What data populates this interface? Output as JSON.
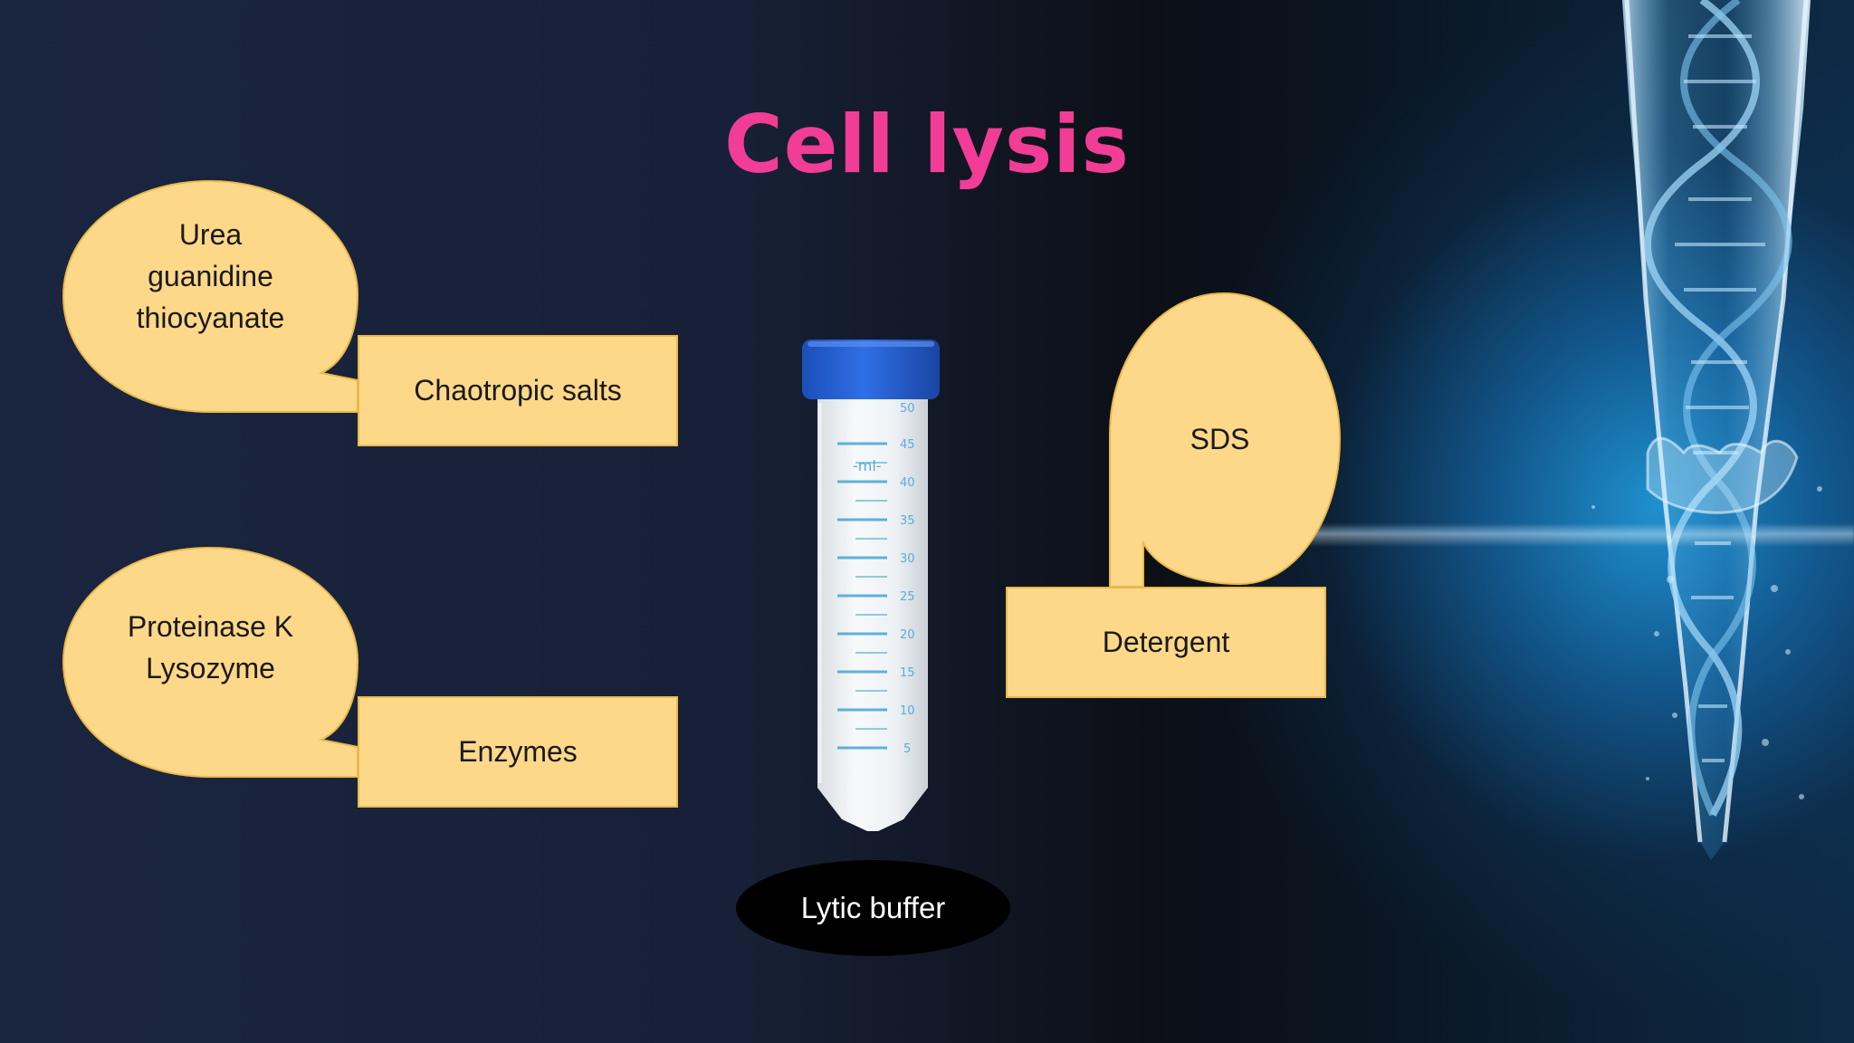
{
  "title": "Cell lysis",
  "colors": {
    "title": "#f13d96",
    "callout_fill": "#fdd889",
    "callout_border": "#e9b94c"
  },
  "callouts": [
    {
      "bubble_lines": [
        "Urea",
        "guanidine",
        "thiocyanate"
      ],
      "label": "Chaotropic salts"
    },
    {
      "bubble_lines": [
        "Proteinase K",
        "Lysozyme"
      ],
      "label": "Enzymes"
    },
    {
      "bubble_lines": [
        "SDS"
      ],
      "label": "Detergent"
    }
  ],
  "tube": {
    "cap_label": "-ml-",
    "scale_marks": [
      "50",
      "45",
      "40",
      "35",
      "30",
      "25",
      "20",
      "15",
      "10",
      "5"
    ]
  },
  "center_label": "Lytic buffer",
  "decor": {
    "right_image": "pipette-tip-with-dna-helix-in-water"
  }
}
